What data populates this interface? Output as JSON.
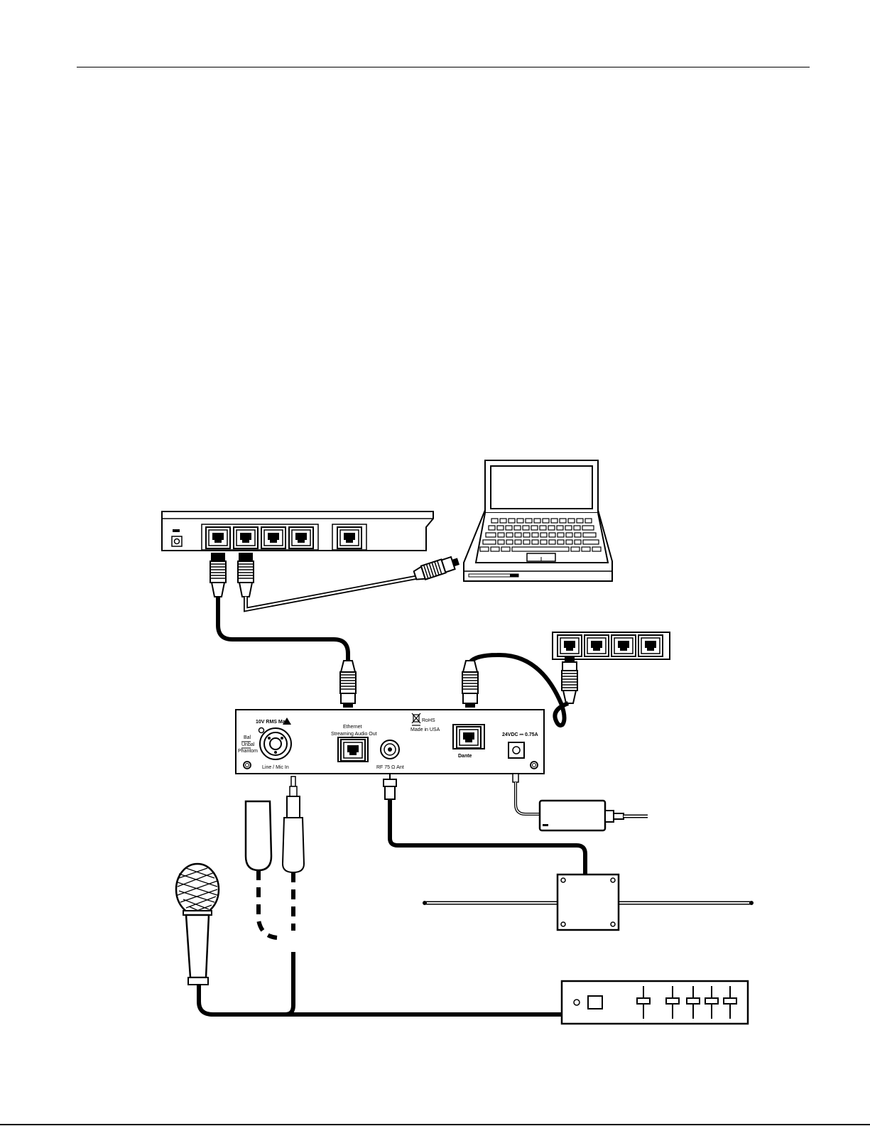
{
  "panel_labels": {
    "voltage_warning": "10V RMS Max",
    "bal": "Bal",
    "unbal": "Unbal",
    "phantom": "Phantom",
    "line_mic_in": "Line / Mic In",
    "ethernet": "Ethernet",
    "streaming_audio_out": "Streaming Audio Out",
    "rf_ant": "RF 75 Ω Ant",
    "rohs": "RoHS",
    "made_in_usa": "Made in USA",
    "dante": "Dante",
    "power_rating": "24VDC ⎓ 0.75A"
  },
  "icons": [
    "ethernet-switch-icon",
    "laptop-icon",
    "wall-plate-icon",
    "microphone-icon",
    "mixer-icon",
    "antenna-icon",
    "power-supply-icon",
    "xlr-connector-icon",
    "trs-plug-icon"
  ],
  "colors": {
    "line": "#000000",
    "background": "#ffffff",
    "fill_light": "#ffffff",
    "fill_dark": "#1a1a1a"
  }
}
